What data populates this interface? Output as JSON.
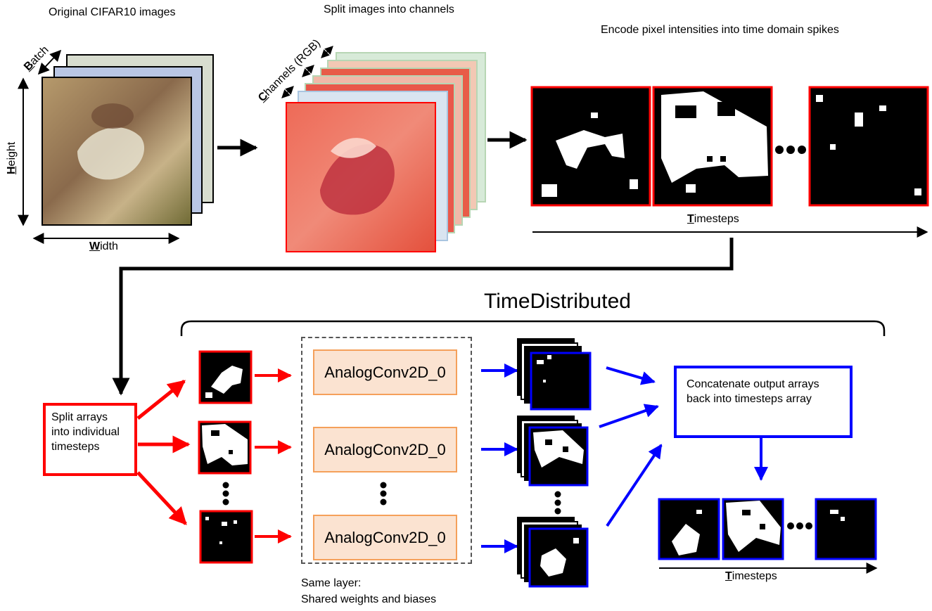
{
  "labels": {
    "original_images": "Original CIFAR10 images",
    "split_channels": "Split images into channels",
    "encode": "Encode pixel intensities into time domain spikes",
    "batch": "Batch",
    "height": "Height",
    "width": "Width",
    "channels": "Channels (RGB)",
    "timesteps_top": "Timesteps",
    "time_distributed": "TimeDistributed",
    "split_arrays": "Split arrays into individual timesteps",
    "conv_1": "AnalogConv2D_0",
    "conv_2": "AnalogConv2D_0",
    "conv_3": "AnalogConv2D_0",
    "concatenate": "Concatenate output arrays back into timesteps array",
    "same_layer_1": "Same layer:",
    "same_layer_2": "Shared weights and biases",
    "timesteps_bottom": "Timesteps"
  },
  "colors": {
    "red": "#ff0000",
    "blue": "#0000ff",
    "conv_fill": "#fbe3d1",
    "conv_border": "#f5a05a"
  }
}
